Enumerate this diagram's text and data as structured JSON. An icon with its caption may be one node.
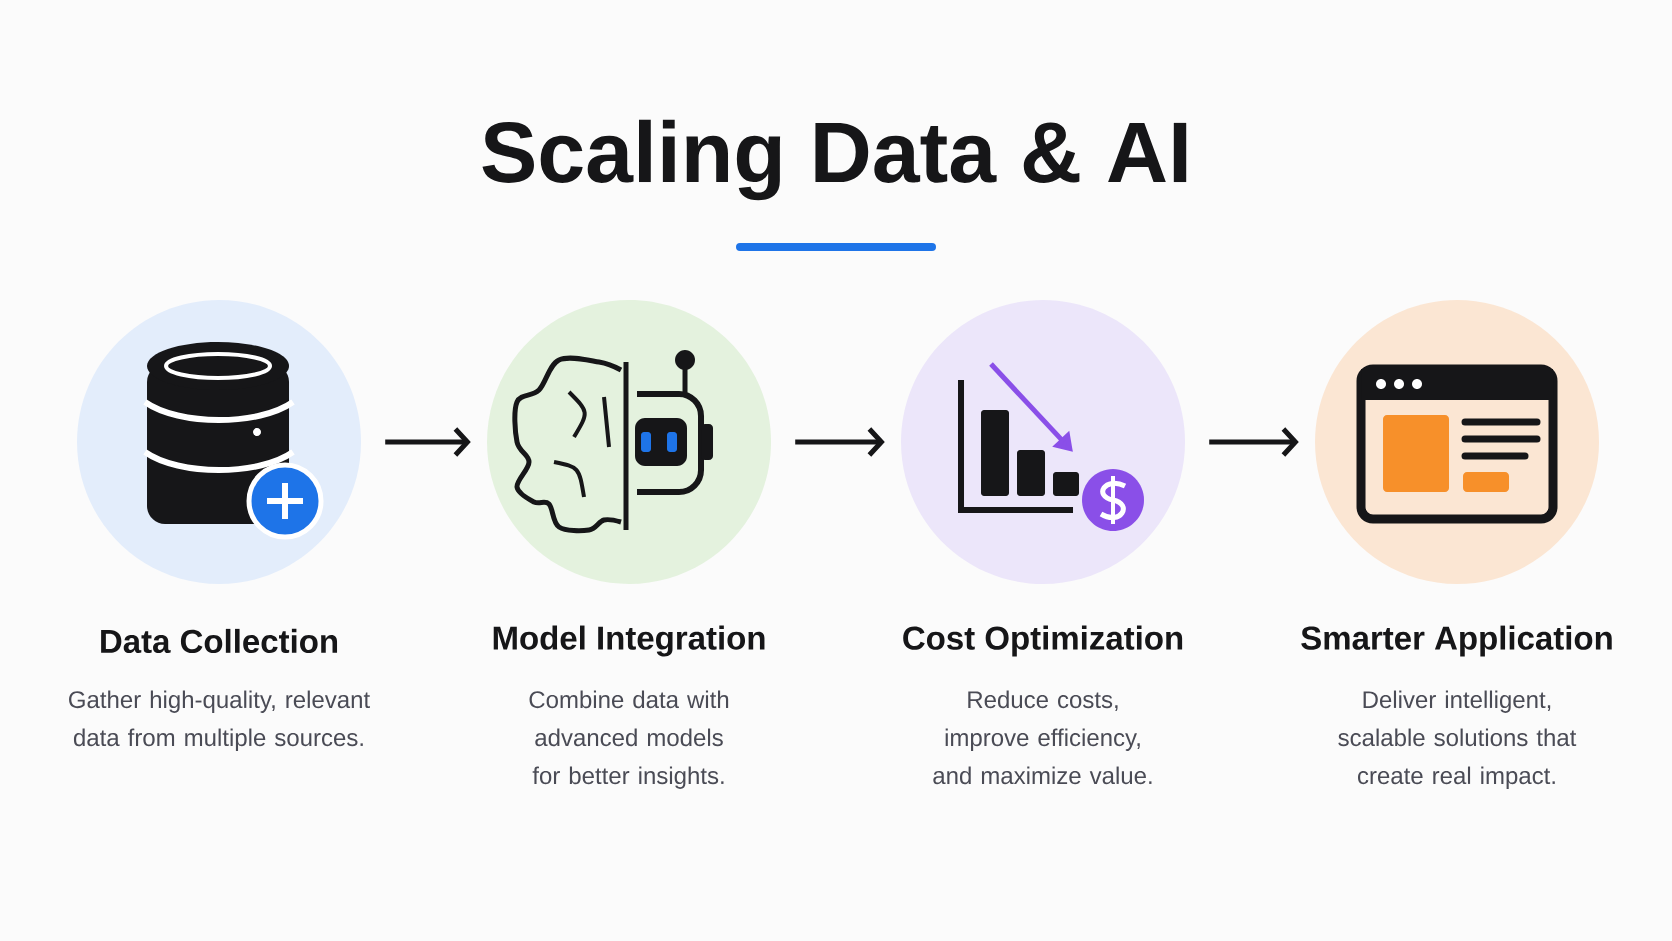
{
  "diagram": {
    "title": "Scaling Data & AI",
    "nodes": [
      {
        "text": [
          "Data Collection",
          "Gather high-quality, relevant data from multiple sources."
        ]
      },
      {
        "text": [
          "Model Integration",
          "Combine data with advanced models for better insights."
        ]
      },
      {
        "text": [
          "Cost Optimization",
          "Reduce costs, improve efficiency, and maximize value."
        ]
      },
      {
        "text": [
          "Smarter Application",
          "Deliver intelligent, scalable solutions that create real impact."
        ]
      }
    ],
    "edges": [
      {
        "from": 0,
        "to": 1,
        "arrow": "to"
      },
      {
        "from": 1,
        "to": 2,
        "arrow": "to"
      },
      {
        "from": 2,
        "to": 3,
        "arrow": "to"
      }
    ]
  }
}
